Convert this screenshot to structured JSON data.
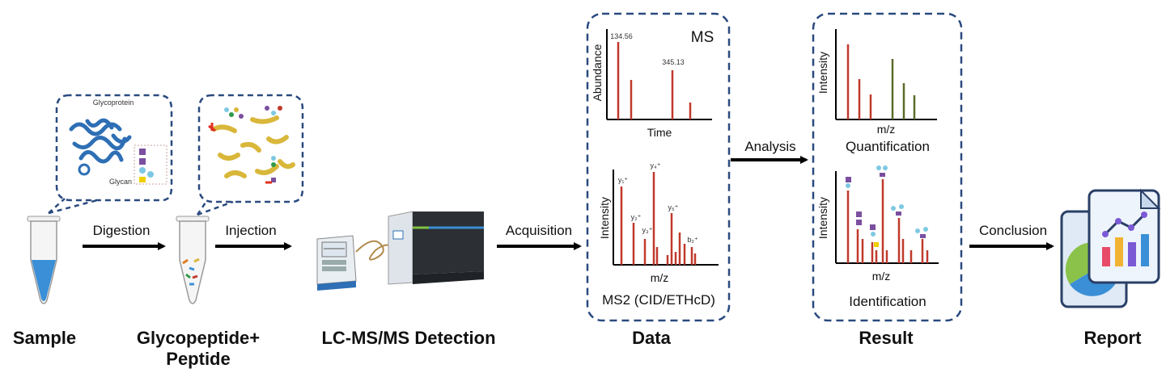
{
  "stages": {
    "sample": "Sample",
    "glyco_line1": "Glycopeptide+",
    "glyco_line2": "Peptide",
    "lcms": "LC-MS/MS Detection",
    "data": "Data",
    "result": "Result",
    "report": "Report"
  },
  "arrows": {
    "digestion": "Digestion",
    "injection": "Injection",
    "acquisition": "Acquisition",
    "analysis": "Analysis",
    "conclusion": "Conclusion"
  },
  "bubbles": {
    "glycoprotein": "Glycoprotein",
    "glycan": "Glycan"
  },
  "data_panel": {
    "ms_title": "MS",
    "ms_ylabel": "Abundance",
    "ms_xlabel": "Time",
    "ms_peak1": "134.56",
    "ms_peak2": "345.13",
    "ms2_ylabel": "Intensity",
    "ms2_xlabel": "m/z",
    "ms2_caption": "MS2 (CID/ETHcD)",
    "ion_y1": "y₁⁺",
    "ion_y2": "y₂⁺",
    "ion_y3": "y₃⁺",
    "ion_y4": "y₄⁺",
    "ion_y5": "y₅⁺",
    "ion_b2": "b₂⁺"
  },
  "result_panel": {
    "quant_ylabel": "Intensity",
    "quant_xlabel": "m/z",
    "quant_caption": "Quantification",
    "ident_ylabel": "Intensity",
    "ident_xlabel": "m/z",
    "ident_caption": "Identification"
  },
  "colors": {
    "dashed_border": "#2a4a7f",
    "arrow": "#000000",
    "peak_red": "#c0392b",
    "peak_green": "#5a6b2a",
    "tube_liquid": "#3a8fd6",
    "protein_blue": "#2e6fb5",
    "peptide_yellow": "#d9b73a"
  }
}
